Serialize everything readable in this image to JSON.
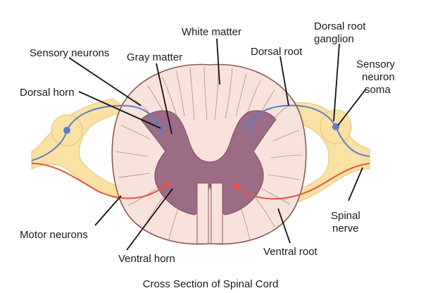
{
  "labels": {
    "white_matter": "White matter",
    "dorsal_root_ganglion_1": "Dorsal root",
    "dorsal_root_ganglion_2": "ganglion",
    "sensory_neurons": "Sensory neurons",
    "gray_matter": "Gray matter",
    "dorsal_root": "Dorsal root",
    "sensory_soma_1": "Sensory",
    "sensory_soma_2": "neuron",
    "sensory_soma_3": "soma",
    "dorsal_horn": "Dorsal horn",
    "motor_neurons": "Motor neurons",
    "spinal_nerve_1": "Spinal",
    "spinal_nerve_2": "nerve",
    "ventral_horn": "Ventral horn",
    "ventral_root": "Ventral root"
  },
  "caption": "Cross Section of Spinal Cord",
  "colors": {
    "white_matter_fill": "#f7e3dc",
    "white_matter_stroke": "#8a5a55",
    "gray_matter": "#9c6b86",
    "nerve_fill": "#f9e2a4",
    "sensory_axon": "#5c7fc8",
    "motor_axon": "#e4553a"
  }
}
